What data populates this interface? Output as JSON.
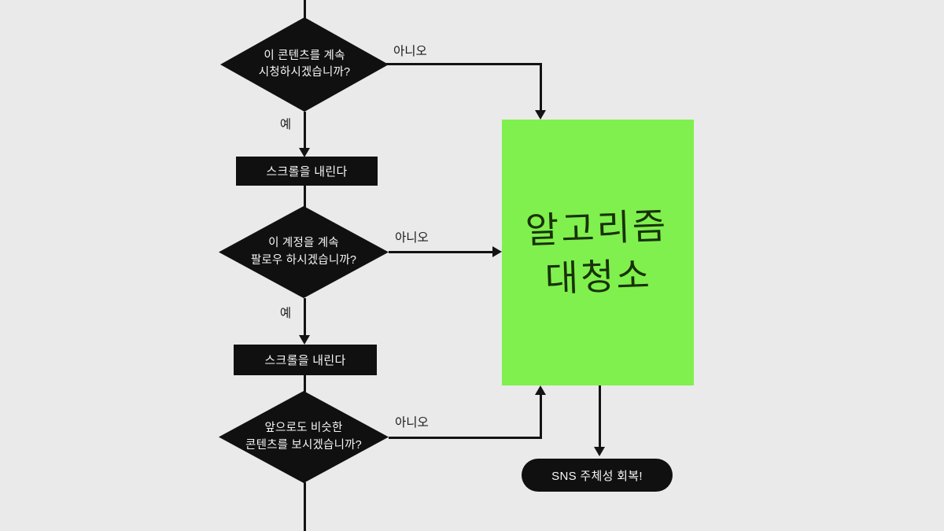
{
  "colors": {
    "background": "#eaeaea",
    "node_fill": "#101010",
    "node_text": "#f7f7f7",
    "connector": "#131313",
    "edge_label_text": "#1b1b1b",
    "highlight_fill": "#80f04e",
    "highlight_text": "#183207"
  },
  "nodes": {
    "decision_watch": {
      "line1": "이 콘텐츠를 계속",
      "line2": "시청하시겠습니까?"
    },
    "process_scroll_1": {
      "label": "스크롤을 내린다"
    },
    "decision_follow": {
      "line1": "이 계정을 계속",
      "line2": "팔로우 하시겠습니까?"
    },
    "process_scroll_2": {
      "label": "스크롤을 내린다"
    },
    "decision_similar": {
      "line1": "앞으로도 비슷한",
      "line2": "콘텐츠를 보시겠습니까?"
    },
    "highlight": {
      "line1": "알고리즘",
      "line2": "대청소"
    },
    "end_pill": {
      "label": "SNS 주체성 회복!"
    }
  },
  "edge_labels": {
    "no_1": "아니오",
    "no_2": "아니오",
    "no_3": "아니오",
    "yes_1": "예",
    "yes_2": "예"
  }
}
